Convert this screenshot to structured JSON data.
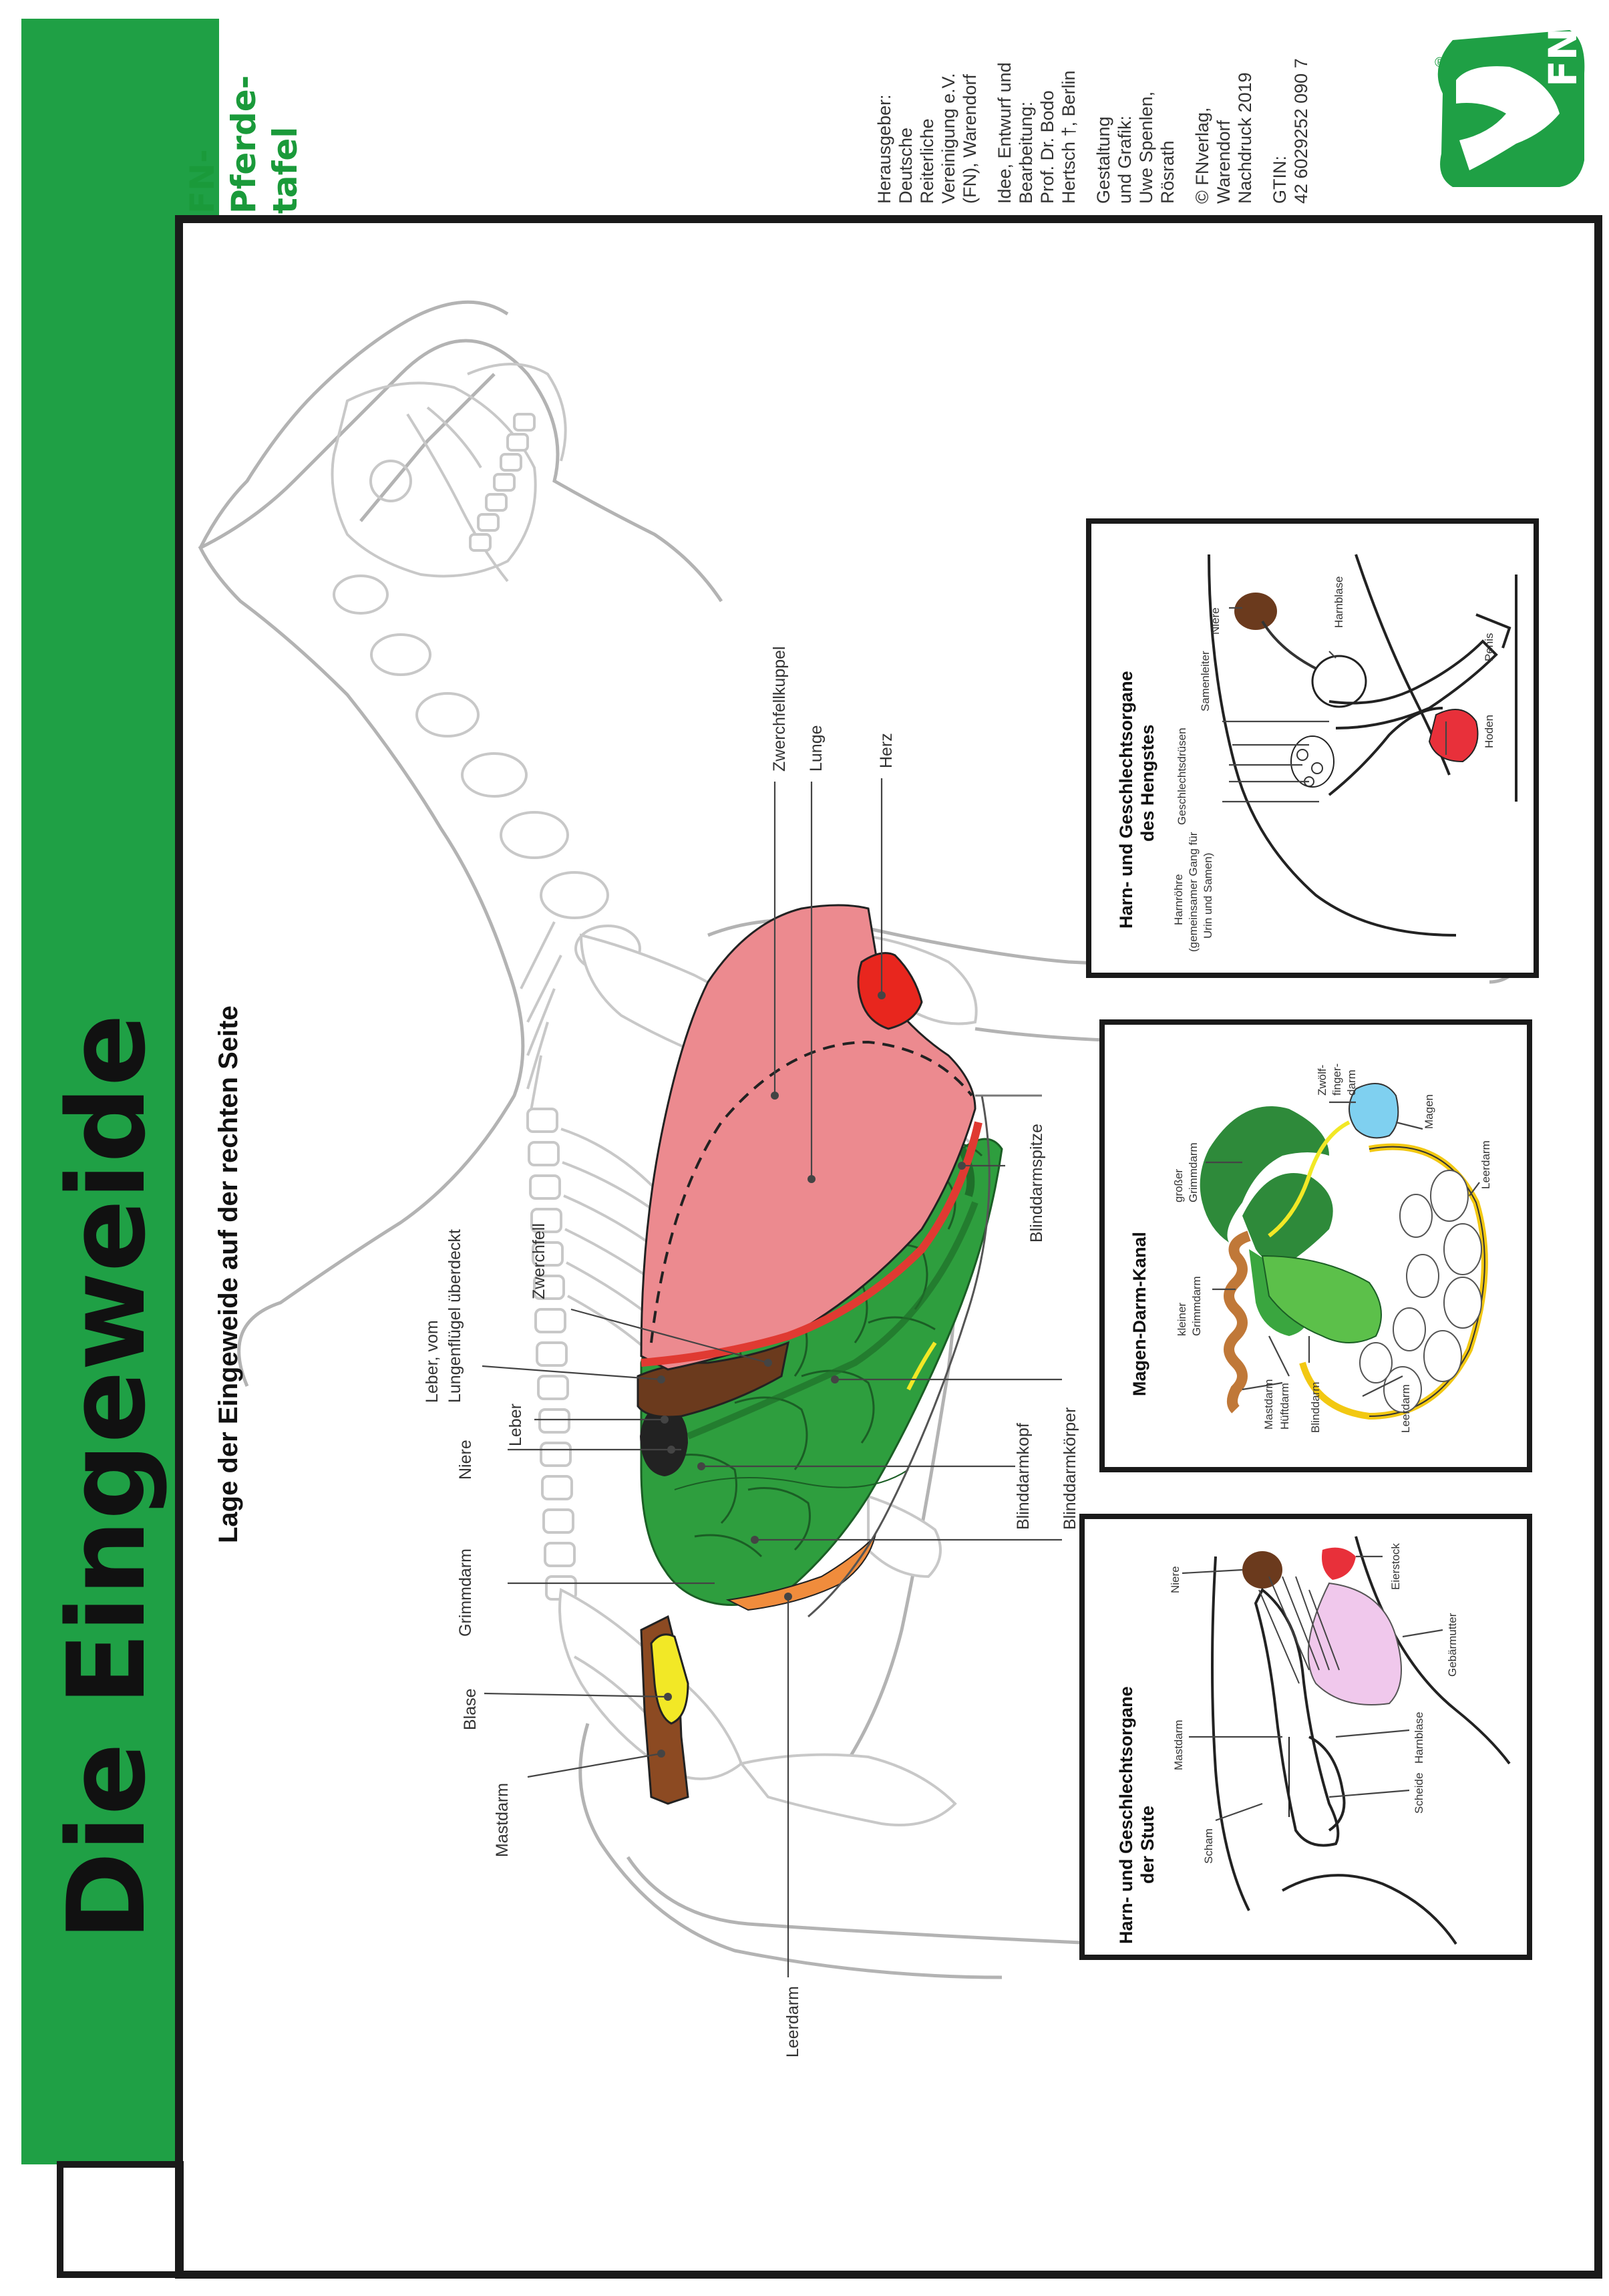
{
  "title": "Die Eingeweide",
  "subtitle": "Lage der Eingeweide auf der rechten Seite",
  "series": {
    "name_line1": "FN-",
    "name_line2": "Pferde-",
    "name_line3": "tafel"
  },
  "logo": {
    "text": "FN",
    "registered": "®"
  },
  "credits": [
    [
      "Herausgeber:",
      "Deutsche",
      "Reiterliche",
      "Vereinigung e.V.",
      "(FN), Warendorf"
    ],
    [
      "Idee, Entwurf und",
      "Bearbeitung:",
      "Prof. Dr. Bodo",
      "Hertsch †, Berlin"
    ],
    [
      "Gestaltung",
      "und Grafik:",
      "Uwe Spenlen,",
      "Rösrath"
    ],
    [
      "© FNverlag,",
      "Warendorf",
      "Nachdruck 2019"
    ],
    [
      "GTIN:",
      "42 6029252 090 7"
    ]
  ],
  "main_labels": {
    "mastdarm": "Mastdarm",
    "blase": "Blase",
    "grimmdarm": "Grimmdarm",
    "niere": "Niere",
    "leber": "Leber",
    "leber_ueberdeckt_1": "Leber, vom",
    "leber_ueberdeckt_2": "Lungenflügel überdeckt",
    "zwerchfell": "Zwerchfell",
    "zwerchfellkuppel": "Zwerchfellkuppel",
    "lunge": "Lunge",
    "herz": "Herz",
    "blinddarmspitze": "Blinddarmspitze",
    "blinddarmkoerper": "Blinddarmkörper",
    "blinddarmkopf": "Blinddarmkopf",
    "leerdarm": "Leerdarm"
  },
  "inset_stute": {
    "title_1": "Harn- und Geschlechtsorgane",
    "title_2": "der Stute",
    "labels": {
      "scham": "Scham",
      "mastdarm": "Mastdarm",
      "niere": "Niere",
      "eierstock": "Eierstock",
      "gebaermutter": "Gebärmutter",
      "harnblase": "Harnblase",
      "scheide": "Scheide"
    }
  },
  "inset_darm": {
    "title": "Magen-Darm-Kanal",
    "labels": {
      "grosser_1": "großer",
      "grosser_2": "Grimmdarm",
      "zwoelf_1": "Zwölf-",
      "zwoelf_2": "finger-",
      "zwoelf_3": "darm",
      "magen": "Magen",
      "leerdarm_a": "Leerdarm",
      "kleiner_1": "kleiner",
      "kleiner_2": "Grimmdarm",
      "mastdarm": "Mastdarm",
      "hueftdarm": "Hüftdarm",
      "blinddarm": "Blinddarm",
      "leerdarm_b": "Leerdarm"
    }
  },
  "inset_hengst": {
    "title_1": "Harn- und Geschlechtsorgane",
    "title_2": "des Hengstes",
    "labels": {
      "niere": "Niere",
      "harnblase": "Harnblase",
      "samenleiter": "Samenleiter",
      "geschlechtsdruesen": "Geschlechtsdrüsen",
      "harnroehre_1": "Harnröhre",
      "harnroehre_2": "(gemeinsamer Gang für",
      "harnroehre_3": "Urin und Samen)",
      "hoden": "Hoden",
      "penis": "Penis"
    }
  },
  "colors": {
    "green_band": "#1fa045",
    "lung": "#ec8a8f",
    "heart": "#e8261e",
    "diaphragm": "#e03a32",
    "liver": "#6b3a1d",
    "intestine": "#2e9e3e",
    "intestine_dark": "#1f6f2a",
    "kidney": "#222222",
    "rectum": "#8c4a22",
    "bladder": "#f2e826",
    "jejunum": "#f08c3c",
    "stomach": "#7fd0f0",
    "uterus": "#f0c8ec",
    "testis": "#e8303a"
  }
}
